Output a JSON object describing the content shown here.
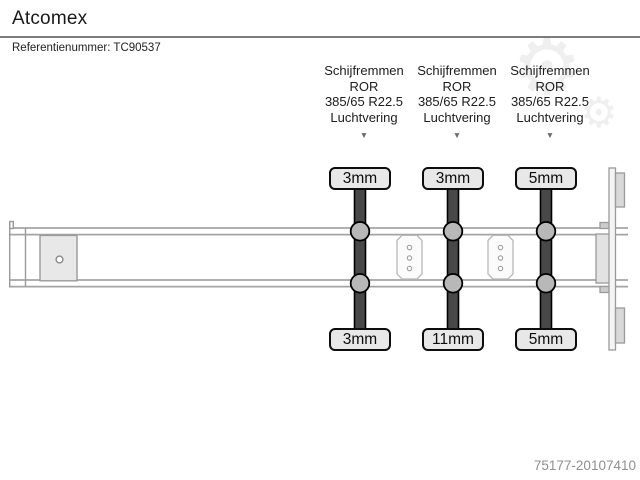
{
  "header": {
    "title": "Atcomex",
    "reference": "Referentienummer: TC90537"
  },
  "axles": [
    {
      "label_lines": [
        "Schijfremmen",
        "ROR",
        "385/65 R22.5",
        "Luchtvering"
      ],
      "pointer_glyph": "▼",
      "top_value": "3mm",
      "bottom_value": "3mm"
    },
    {
      "label_lines": [
        "Schijfremmen",
        "ROR",
        "385/65 R22.5",
        "Luchtvering"
      ],
      "pointer_glyph": "▼",
      "top_value": "3mm",
      "bottom_value": "11mm"
    },
    {
      "label_lines": [
        "Schijfremmen",
        "ROR",
        "385/65 R22.5",
        "Luchtvering"
      ],
      "pointer_glyph": "▼",
      "top_value": "5mm",
      "bottom_value": "5mm"
    }
  ],
  "watermark": {
    "glyph": "⚙",
    "name": "gear"
  },
  "footer": {
    "code": "75177-20107410"
  },
  "colors": {
    "box_fill": "#e8e8e8",
    "box_border": "#0d0d0d",
    "axle_bar": "#484848",
    "wheel_hub": "#b8b8b8",
    "chassis_outline": "#9a9a9a",
    "divider": "#7d7d7d",
    "footer_text": "#8f8f8f"
  }
}
